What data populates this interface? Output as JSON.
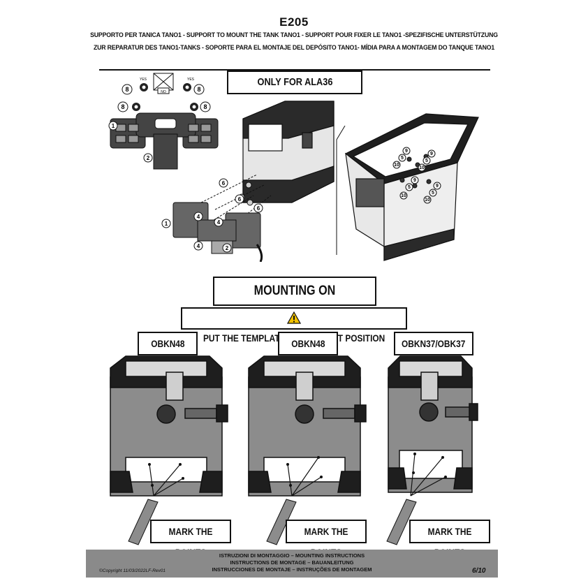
{
  "header": {
    "code": "E205",
    "line1": "SUPPORTO PER TANICA TANO1 - SUPPORT TO MOUNT THE TANK TANO1 - SUPPORT POUR FIXER LE TANO1 -SPEZIFISCHE UNTERSTÜTZUNG",
    "line2": "ZUR REPARATUR DES TANO1-TANKS - SOPORTE PARA EL MONTAJE DEL DEPÓSITO TANO1- MÍDIA PARA A MONTAGEM DO TANQUE TANO1"
  },
  "top_section": {
    "only_for_label": "ONLY FOR ALA36",
    "exploded_labels": {
      "yes": "YES",
      "no": "NO",
      "n8": "8",
      "n1": "1",
      "n2": "2",
      "n4": "4",
      "n5": "5",
      "n6": "6",
      "n9": "9",
      "n10": "10"
    }
  },
  "mounting": {
    "title": "MOUNTING ON OBK/OBKN",
    "warning": "PUT THE TEMPLATE IN THE RIGHT POSITION",
    "cases": [
      {
        "name": "OBKN48",
        "action": "MARK THE POINTS"
      },
      {
        "name": "OBKN48",
        "action": "MARK THE POINTS"
      },
      {
        "name": "OBKN37/OBK37",
        "action": "MARK THE POINTS"
      }
    ]
  },
  "footer": {
    "line1": "ISTRUZIONI DI MONTAGGIO  –  MOUNTING INSTRUCTIONS",
    "line2": "INSTRUCTIONS DE MONTAGE – BAUANLEITUNG",
    "line3": "INSTRUCCIONES DE MONTAJE – INSTRUÇÕES DE MONTAGEM",
    "copyright": "©Copyright 11/03/2022LF-Rev01",
    "page": "6/10"
  },
  "colors": {
    "ink": "#111111",
    "case_grey": "#8c8c8c",
    "case_light": "#d9d9d9",
    "footer_grey": "#8a8a8a",
    "warning_yellow": "#f2c200"
  }
}
